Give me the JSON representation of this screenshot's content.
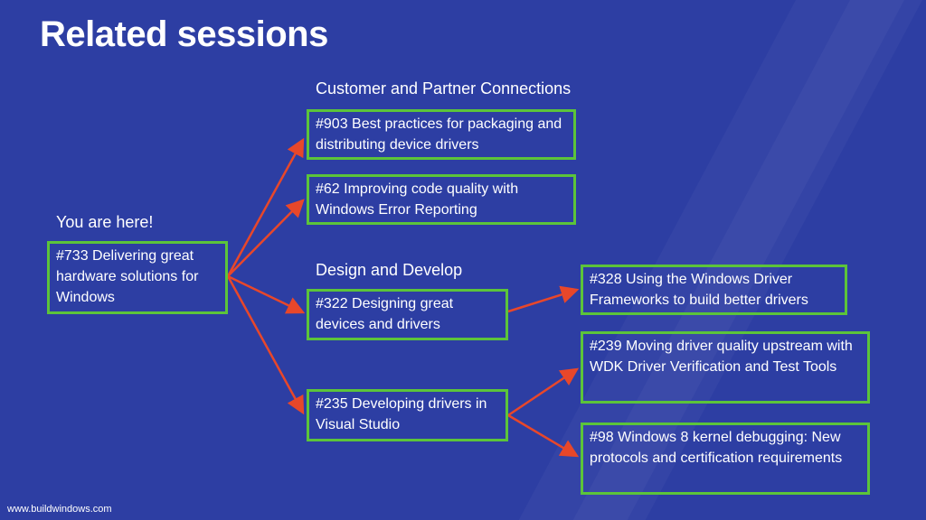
{
  "title": "Related sessions",
  "current": {
    "label": "You are here!",
    "session": "#733 Delivering great hardware solutions for Windows"
  },
  "groups": [
    {
      "heading": "Customer and Partner Connections",
      "sessions": [
        "#903 Best practices for packaging and distributing device drivers",
        "#62 Improving code quality with Windows Error Reporting"
      ]
    },
    {
      "heading": "Design and Develop",
      "sessions": [
        "#322 Designing great devices and drivers",
        "#235 Developing drivers in Visual Studio"
      ]
    }
  ],
  "followups": [
    "#328 Using the Windows Driver Frameworks to build better drivers",
    "#239 Moving driver quality upstream with WDK Driver Verification and Test Tools",
    "#98 Windows 8 kernel debugging: New protocols and certification requirements"
  ],
  "footer": "www.buildwindows.com",
  "colors": {
    "background": "#2d3ea3",
    "box_border": "#5cc43a",
    "arrow": "#e8472a"
  }
}
